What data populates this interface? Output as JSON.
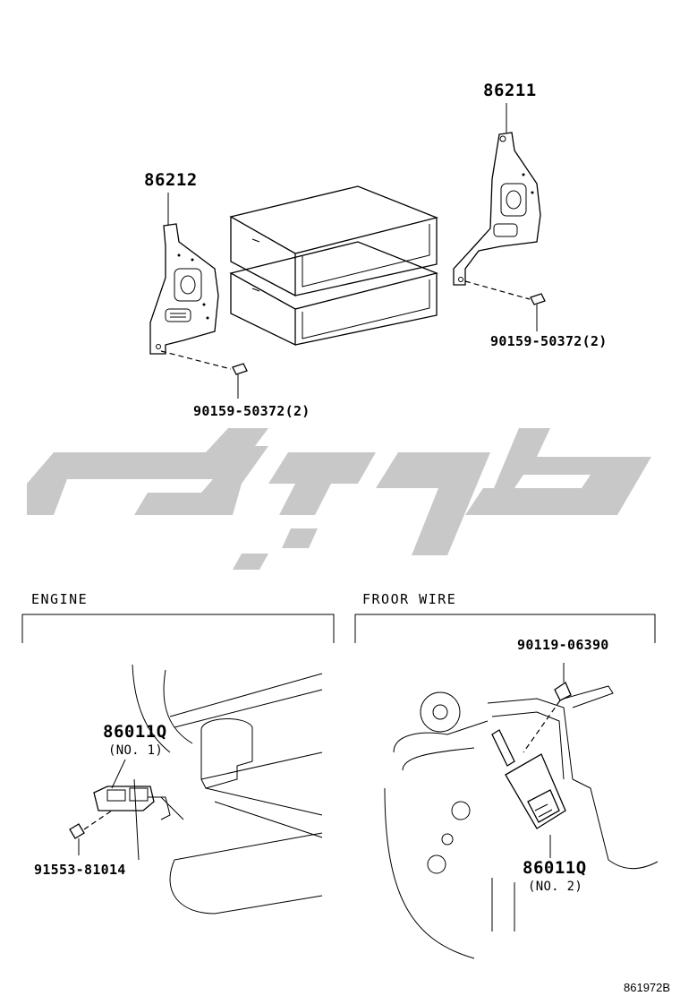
{
  "parts": {
    "p86212": "86212",
    "p86211": "86211",
    "bolt_left": "90159-50372(2)",
    "bolt_right": "90159-50372(2)",
    "p90119": "90119-06390",
    "p86011_left": "86011Q",
    "p86011_left_sub": "(NO. 1)",
    "p91553": "91553-81014",
    "p86011_right": "86011Q",
    "p86011_right_sub": "(NO. 2)"
  },
  "sections": {
    "engine": "ENGINE",
    "floor_wire": "FROOR WIRE"
  },
  "diagram_code": "861972B",
  "watermark_color": "#c8c8c8"
}
